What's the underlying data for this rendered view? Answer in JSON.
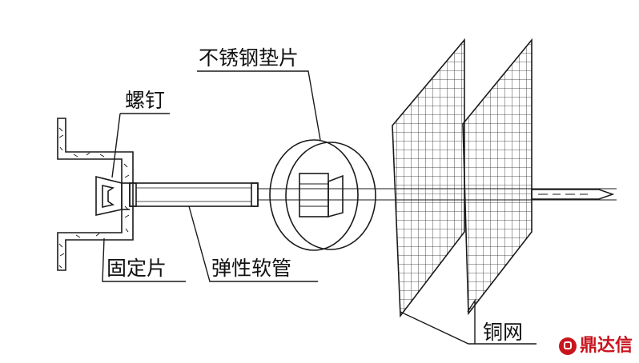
{
  "labels": {
    "washer": "不锈钢垫片",
    "screw": "螺钉",
    "bracket": "固定片",
    "hose": "弹性软管",
    "mesh": "铜网"
  },
  "watermark": {
    "text": "鼎达信",
    "color": "#c9151e"
  },
  "colors": {
    "line": "#1a1a1a",
    "background": "#ffffff"
  }
}
